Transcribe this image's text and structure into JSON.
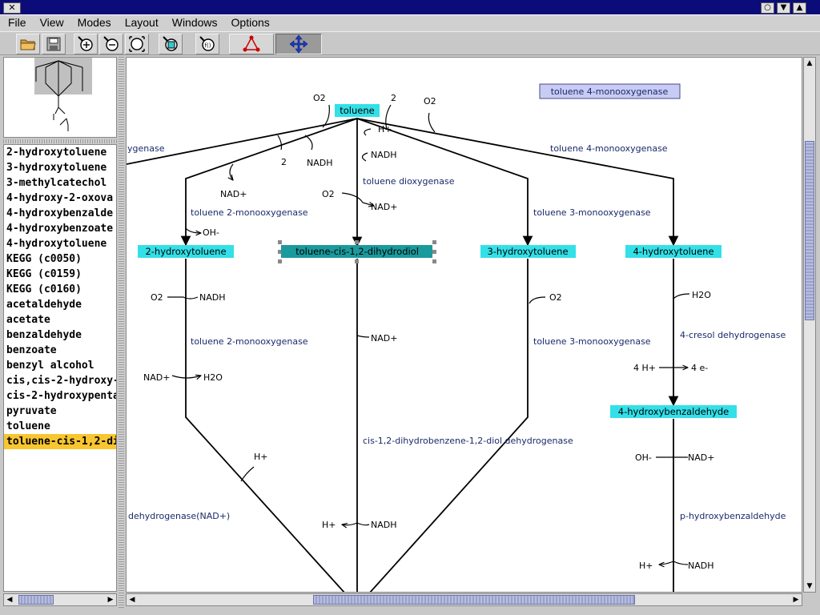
{
  "window": {
    "close_glyph": "✕",
    "buttons": [
      "○",
      "▼",
      "▲"
    ]
  },
  "menu": [
    "File",
    "View",
    "Modes",
    "Layout",
    "Windows",
    "Options"
  ],
  "toolbar": {
    "tools": [
      "open-folder",
      "save",
      "zoom-in",
      "zoom-out",
      "zoom-fit",
      "select-compound",
      "select-reaction",
      "edit-graph",
      "move"
    ],
    "pressed": "move"
  },
  "compounds": [
    "2-hydroxytoluene",
    "3-hydroxytoluene",
    "3-methylcatechol",
    "4-hydroxy-2-oxova",
    "4-hydroxybenzalde",
    "4-hydroxybenzoate",
    "4-hydroxytoluene",
    "KEGG (c0050)",
    "KEGG (c0159)",
    "KEGG (c0160)",
    "acetaldehyde",
    "acetate",
    "benzaldehyde",
    "benzoate",
    "benzyl alcohol",
    "cis,cis-2-hydroxy-",
    "cis-2-hydroxypenta",
    "pyruvate",
    "toluene",
    "toluene-cis-1,2-di"
  ],
  "selected_compound": "toluene-cis-1,2-di",
  "graph": {
    "nodes": {
      "toluene": "toluene",
      "hydroxy2": "2-hydroxytoluene",
      "dihydrodiol": "toluene-cis-1,2-dihydrodiol",
      "hydroxy3": "3-hydroxytoluene",
      "hydroxy4": "4-hydroxytoluene",
      "benzaldehyde4": "4-hydroxybenzaldehyde"
    },
    "enzymes": {
      "t4mo_box": "toluene 4-monooxygenase",
      "ygenase": "ygenase",
      "t4mo": "toluene 4-monooxygenase",
      "tdo": "toluene dioxygenase",
      "t2mo_a": "toluene 2-monooxygenase",
      "t3mo_a": "toluene 3-monooxygenase",
      "t2mo_b": "toluene 2-monooxygenase",
      "t3mo_b": "toluene 3-monooxygenase",
      "cresol_dh": "4-cresol dehydrogenase",
      "diol_dh": "cis-1,2-dihydrobenzene-1,2-diol dehydrogenase",
      "dh_nad": "dehydrogenase(NAD+)",
      "phb_dh": "p-hydroxybenzaldehyde"
    },
    "cofactors": {
      "o2_a": "O2",
      "two_a": "2",
      "o2_b": "O2",
      "hplus_top": "H+",
      "two_b": "2",
      "nadh_a": "NADH",
      "nadh_b": "NADH",
      "nadplus_a": "NAD+",
      "o2_c": "O2",
      "nadplus_b": "NAD+",
      "ohminus_a": "OH-",
      "o2_d": "O2",
      "nadh_c": "NADH",
      "o2_e": "O2",
      "h2o_a": "H2O",
      "nadplus_c": "NAD+",
      "nadplus_d": "NAD+",
      "h2o_b": "H2O",
      "fourh": "4 H+",
      "foure": "4 e-",
      "hplus_b": "H+",
      "ohminus_b": "OH-",
      "nadplus_e": "NAD+",
      "hplus_c": "H+",
      "nadh_d": "NADH",
      "hplus_d": "H+",
      "nadh_e": "NADH"
    }
  },
  "colors": {
    "node_fill": "#33e0e8",
    "node_selected_fill": "#1a9a9c",
    "selection_fill": "#f8c630",
    "title_bar": "#0b0b7a",
    "enzyme_text": "#1a2a6a",
    "enzyme_box_fill": "#c8ccf4"
  }
}
